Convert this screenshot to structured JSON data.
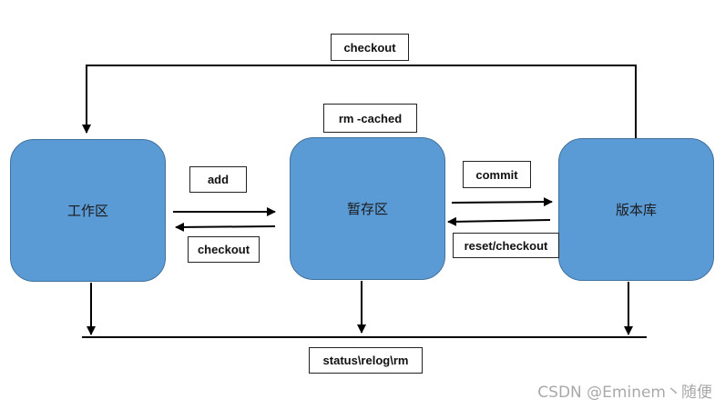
{
  "nodes": {
    "working": "工作区",
    "staging": "暂存区",
    "repository": "版本库"
  },
  "labels": {
    "top_checkout": "checkout",
    "rm_cached": "rm -cached",
    "add": "add",
    "checkout": "checkout",
    "commit": "commit",
    "reset_checkout": "reset/checkout",
    "status": "status\\relog\\rm"
  },
  "watermark": "CSDN @Eminem丶随便",
  "colors": {
    "node_fill": "#5b9bd5",
    "node_border": "#41719c",
    "line": "#000000"
  }
}
